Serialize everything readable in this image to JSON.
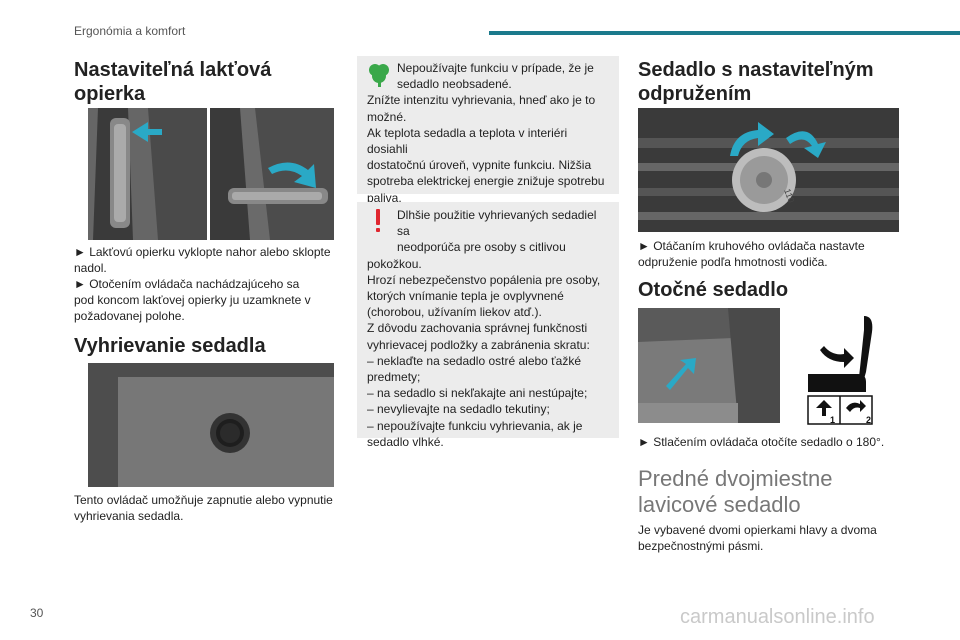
{
  "header": {
    "title": "Ergonómia a komfort",
    "accent_color": "#1b7a8c"
  },
  "page_number": "30",
  "watermark": "carmanualsonline.info",
  "col1": {
    "armrest_heading_l1": "Nastaviteľná lakťová",
    "armrest_heading_l2": "opierka",
    "armrest_text": [
      "► Lakťovú opierku vyklopte nahor alebo sklopte",
      "nadol.",
      "► Otočením ovládača nachádzajúceho sa",
      "pod koncom lakťovej opierky ju uzamknete v",
      "požadovanej polohe."
    ],
    "heating_heading": "Vyhrievanie sedadla",
    "heating_text": [
      "Tento ovládač umožňuje zapnutie alebo vypnutie",
      "vyhrievania sedadla."
    ]
  },
  "col2": {
    "eco_icon": "leaf-icon",
    "eco_text": [
      "Nepoužívajte funkciu v prípade, že je",
      "sedadlo neobsadené.",
      "Znížte intenzitu vyhrievania, hneď ako je to",
      "možné.",
      "Ak teplota sedadla a teplota v interiéri dosiahli",
      "dostatočnú úroveň, vypnite funkciu. Nižšia",
      "spotreba elektrickej energie znižuje spotrebu",
      "paliva."
    ],
    "warning_icon": "exclamation-icon",
    "warning_color": "#e0262f",
    "warning_text": [
      "Dlhšie použitie vyhrievaných sedadiel sa",
      "neodporúča pre osoby s citlivou",
      "pokožkou.",
      "Hrozí nebezpečenstvo popálenia pre osoby,",
      "ktorých vnímanie tepla je ovplyvnené",
      "(chorobou, užívaním liekov atď.).",
      "Z dôvodu zachovania správnej funkčnosti",
      "vyhrievacej podložky a zabránenia skratu:",
      "–  neklaďte na sedadlo ostré alebo ťažké",
      "predmety;",
      "–  na sedadlo si nekľakajte ani nestúpajte;",
      "–  nevylievajte na sedadlo tekutiny;",
      "–  nepoužívajte funkciu vyhrievania, ak je",
      "sedadlo vlhké."
    ]
  },
  "col3": {
    "suspension_heading_l1": "Sedadlo s nastaviteľným",
    "suspension_heading_l2": "odpružením",
    "knob_mark": "110",
    "suspension_text": [
      "► Otáčaním kruhového ovládača nastavte",
      "odpruženie podľa hmotnosti vodiča."
    ],
    "swivel_heading": "Otočné sedadlo",
    "swivel_labels": [
      "1",
      "2"
    ],
    "swivel_text": [
      "► Stlačením ovládača otočíte sedadlo o 180°."
    ],
    "bench_heading_l1": "Predné dvojmiestne",
    "bench_heading_l2": "lavicové sedadlo",
    "bench_text": [
      "Je vybavené dvomi opierkami hlavy a dvoma",
      "bezpečnostnými pásmi."
    ]
  }
}
